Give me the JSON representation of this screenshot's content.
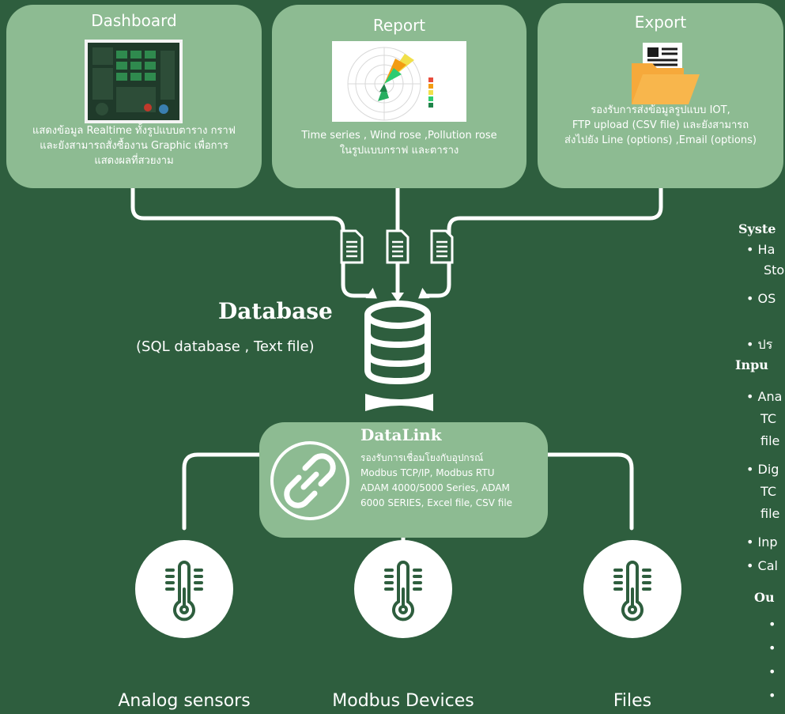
{
  "cards": {
    "dashboard": {
      "title": "Dashboard",
      "lines": [
        "แสดงข้อมูล Realtime ทั้งรูปแบบตาราง กราฟ",
        "และยังสามารถสั่งซื้องาน Graphic เพื่อการ",
        "แสดงผลที่สวยงาม"
      ]
    },
    "report": {
      "title": "Report",
      "lines": [
        "Time series , Wind rose ,Pollution rose",
        "ในรูปแบบกราฟ และตาราง"
      ]
    },
    "export": {
      "title": "Export",
      "lines": [
        "รองรับการส่งข้อมูลรูปแบบ IOT,",
        "FTP upload (CSV file) และยังสามารถ",
        "ส่งไปยัง Line (options) ,Email (options)"
      ]
    }
  },
  "database": {
    "title": "Database",
    "subtitle": "(SQL database , Text file)"
  },
  "datalink": {
    "title": "DataLink",
    "lines": [
      "รองรับการเชื่อมโยงกับอุปกรณ์",
      "Modbus TCP/IP, Modbus RTU",
      "ADAM 4000/5000 Series, ADAM",
      "6000 SERIES, Excel file, CSV file"
    ]
  },
  "sources": [
    {
      "label": "Analog sensors",
      "icon": "thermometer-icon"
    },
    {
      "label": "Modbus Devices",
      "icon": "thermometer-icon"
    },
    {
      "label": "Files",
      "icon": "thermometer-icon"
    }
  ],
  "side_panel": {
    "heading_system": "Syste",
    "system_items": [
      "Ha",
      "Sto",
      "OS",
      "ปร"
    ],
    "heading_input": "Inpu",
    "input_items": [
      "Ana",
      "TC",
      "file",
      "Dig",
      "TC",
      "file",
      "Inp",
      "Cal"
    ],
    "heading_output": "Ou"
  },
  "colors": {
    "background": "#2e5e3e",
    "card": "#8dbb92",
    "folder": "#f6a93b"
  }
}
